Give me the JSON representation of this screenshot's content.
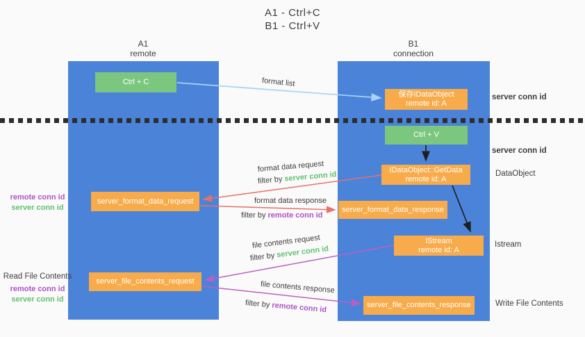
{
  "title": {
    "line1": "A1 - Ctrl+C",
    "line2": "B1 - Ctrl+V"
  },
  "columns": {
    "a1": {
      "name": "A1",
      "subtitle": "remote"
    },
    "b1": {
      "name": "B1",
      "subtitle": "connection"
    }
  },
  "nodes": {
    "ctrl_c": {
      "label": "Ctrl + C"
    },
    "save_idataobject": {
      "line1": "保存IDataObject",
      "line2": "remote id: A"
    },
    "ctrl_v": {
      "label": "Ctrl + V"
    },
    "idataobject_getdata": {
      "line1": "IDataObject::GetData",
      "line2": "remote id: A"
    },
    "server_format_data_request": {
      "label": "server_format_data_request"
    },
    "server_format_data_response": {
      "label": "server_format_data_response"
    },
    "istream": {
      "line1": "IStream",
      "line2": "remote id: A"
    },
    "server_file_contents_request": {
      "label": "server_file_contents_request"
    },
    "server_file_contents_response": {
      "label": "server_file_contents_response"
    }
  },
  "labels": {
    "format_list": "format list",
    "format_data_request": "format data request",
    "format_data_response": "format data response",
    "file_contents_request": "file contents request",
    "file_contents_response": "file contents response",
    "filter_prefix": "filter by",
    "server_conn_id": "server conn id",
    "remote_conn_id": "remote conn id"
  },
  "side_right": {
    "server_conn_id_top": "server conn id",
    "server_conn_id_mid": "server conn id",
    "dataobject": "DataObject",
    "istream": "Istream",
    "write_file_contents": "Write File Contents"
  },
  "side_left": {
    "remote_conn_id_top": "remote conn id",
    "server_conn_id_top": "server conn id",
    "read_file_contents": "Read File Contents",
    "remote_conn_id_bottom": "remote conn id",
    "server_conn_id_bottom": "server conn id"
  },
  "colors": {
    "column_blue": "#4b83d9",
    "box_orange": "#f7ab4a",
    "box_green": "#7cc780",
    "text_green": "#62c06e",
    "text_purple": "#ad52c6",
    "arrow_red": "#e87066",
    "arrow_magenta": "#c05ec0",
    "arrow_light_blue": "#a9d2f3",
    "arrow_black": "#1f1f1f"
  }
}
